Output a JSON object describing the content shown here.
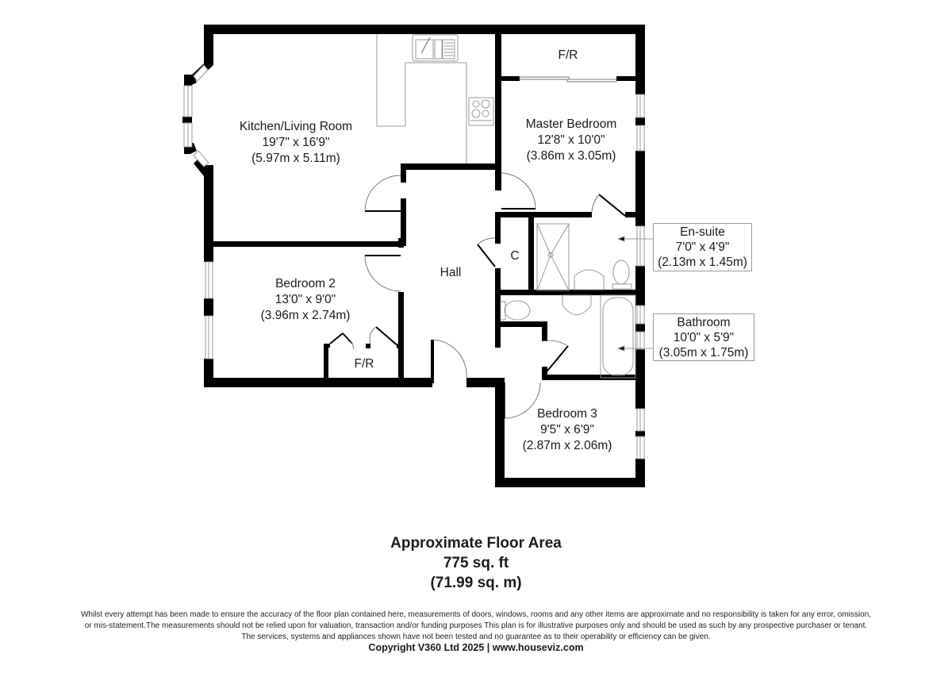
{
  "rooms": {
    "kitchen": {
      "name": "Kitchen/Living Room",
      "imperial": "19'7\" x 16'9\"",
      "metric": "(5.97m x 5.11m)"
    },
    "master_bedroom": {
      "name": "Master Bedroom",
      "imperial": "12'8\" x 10'0\"",
      "metric": "(3.86m x 3.05m)"
    },
    "bedroom2": {
      "name": "Bedroom 2",
      "imperial": "13'0\" x 9'0\"",
      "metric": "(3.96m x 2.74m)"
    },
    "bedroom3": {
      "name": "Bedroom 3",
      "imperial": "9'5\" x 6'9\"",
      "metric": "(2.87m x 2.06m)"
    },
    "hall": {
      "name": "Hall"
    },
    "cupboard": {
      "name": "C"
    },
    "master_wardrobe": {
      "name": "F/R"
    },
    "bedroom2_wardrobe": {
      "name": "F/R"
    }
  },
  "callouts": {
    "ensuite": {
      "name": "En-suite",
      "imperial": "7'0\" x 4'9\"",
      "metric": "(2.13m x 1.45m)"
    },
    "bathroom": {
      "name": "Bathroom",
      "imperial": "10'0\" x 5'9\"",
      "metric": "(3.05m x 1.75m)"
    }
  },
  "floor_area": {
    "title": "Approximate Floor Area",
    "sqft": "775 sq. ft",
    "sqm": "(71.99 sq. m)"
  },
  "disclaimer": {
    "line1": "Whilst every attempt has been made to ensure the accuracy of the floor plan contained here, measurements of doors, windows, rooms and any other items are approximate and no responsibility is taken for any error, omission,",
    "line2": "or mis-statement.The measurements should not be relied upon for valuation, transaction and/or funding purposes This plan is for illustrative purposes only and should be used as such by any prospective purchaser or tenant.",
    "line3": "The services, systems and appliances shown have not been tested and no guarantee as to their operability or efficiency can be given."
  },
  "copyright": "Copyright V360 Ltd 2025 | www.houseviz.com",
  "colors": {
    "wall": "#000000",
    "fixture": "#888888",
    "background": "#ffffff"
  }
}
